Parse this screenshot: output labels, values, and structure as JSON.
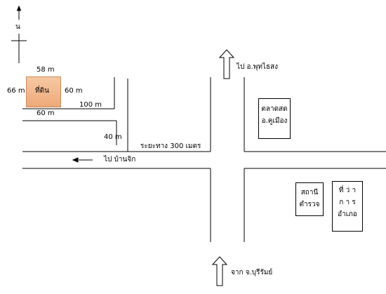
{
  "north": "น",
  "plot": {
    "label": "ที่ดิน",
    "top": "58 m",
    "bottom": "60 m",
    "left": "66 m",
    "right": "60 m"
  },
  "distances": {
    "road_100": "100 m",
    "road_40": "40 m",
    "distance_300": "ระยะทาง 300 เมตร"
  },
  "directions": {
    "to_phutthaisong": "ไป อ.พุทไธสง",
    "to_ban_chik": "ไป บ้านจิก",
    "from_buriram": "จาก จ.บุรีรัมย์"
  },
  "landmarks": {
    "market": [
      "ตลาดสด",
      "อ.คูเมือง"
    ],
    "police": [
      "สถานี",
      "ตำรวจ"
    ],
    "district_office": [
      "ที่ ว่ า",
      "ก า ร",
      "อำเภอ"
    ]
  }
}
